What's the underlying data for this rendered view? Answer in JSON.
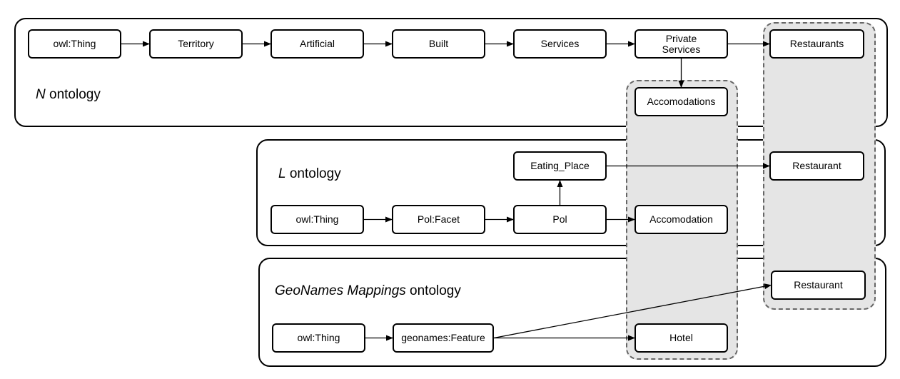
{
  "panels": {
    "n": {
      "name_italic": "N",
      "name_rest": " ontology"
    },
    "l": {
      "name_italic": "L",
      "name_rest": " ontology"
    },
    "g": {
      "name_italic": "GeoNames Mappings",
      "name_rest": " ontology"
    }
  },
  "nodes": {
    "n_owl": "owl:Thing",
    "n_territory": "Territory",
    "n_artificial": "Artificial",
    "n_built": "Built",
    "n_services": "Services",
    "n_private": "Private\nServices",
    "n_restaurants": "Restaurants",
    "n_accomodations": "Accomodations",
    "l_eating": "Eating_Place",
    "l_restaurant": "Restaurant",
    "l_owl": "owl:Thing",
    "l_polfacet": "Pol:Facet",
    "l_pol": "Pol",
    "l_accomodation": "Accomodation",
    "g_restaurant": "Restaurant",
    "g_owl": "owl:Thing",
    "g_feature": "geonames:Feature",
    "g_hotel": "Hotel"
  },
  "edges": [
    [
      "n_owl",
      "n_territory"
    ],
    [
      "n_territory",
      "n_artificial"
    ],
    [
      "n_artificial",
      "n_built"
    ],
    [
      "n_built",
      "n_services"
    ],
    [
      "n_services",
      "n_private"
    ],
    [
      "n_private",
      "n_restaurants"
    ],
    [
      "n_private",
      "n_accomodations"
    ],
    [
      "l_owl",
      "l_polfacet"
    ],
    [
      "l_polfacet",
      "l_pol"
    ],
    [
      "l_pol",
      "l_accomodation"
    ],
    [
      "l_pol",
      "l_eating"
    ],
    [
      "l_eating",
      "l_restaurant"
    ],
    [
      "g_owl",
      "g_feature"
    ],
    [
      "g_feature",
      "g_hotel"
    ],
    [
      "g_feature",
      "g_restaurant"
    ]
  ],
  "colors": {
    "group_fill": "#e5e5e5",
    "group_border": "#666666",
    "line": "#000000"
  }
}
